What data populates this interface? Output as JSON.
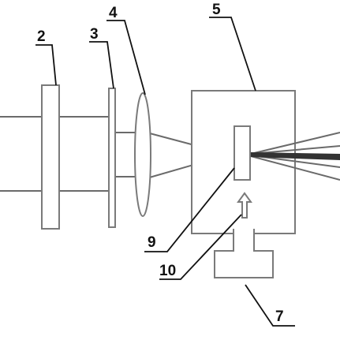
{
  "labels": {
    "l2": "2",
    "l3": "3",
    "l4": "4",
    "l5": "5",
    "l7": "7",
    "l9": "9",
    "l10": "10"
  },
  "colors": {
    "outline": "#7a7a7a",
    "beam": "#6a6a6a",
    "output_beam": "#333333",
    "text": "#111111",
    "background": "#ffffff"
  }
}
